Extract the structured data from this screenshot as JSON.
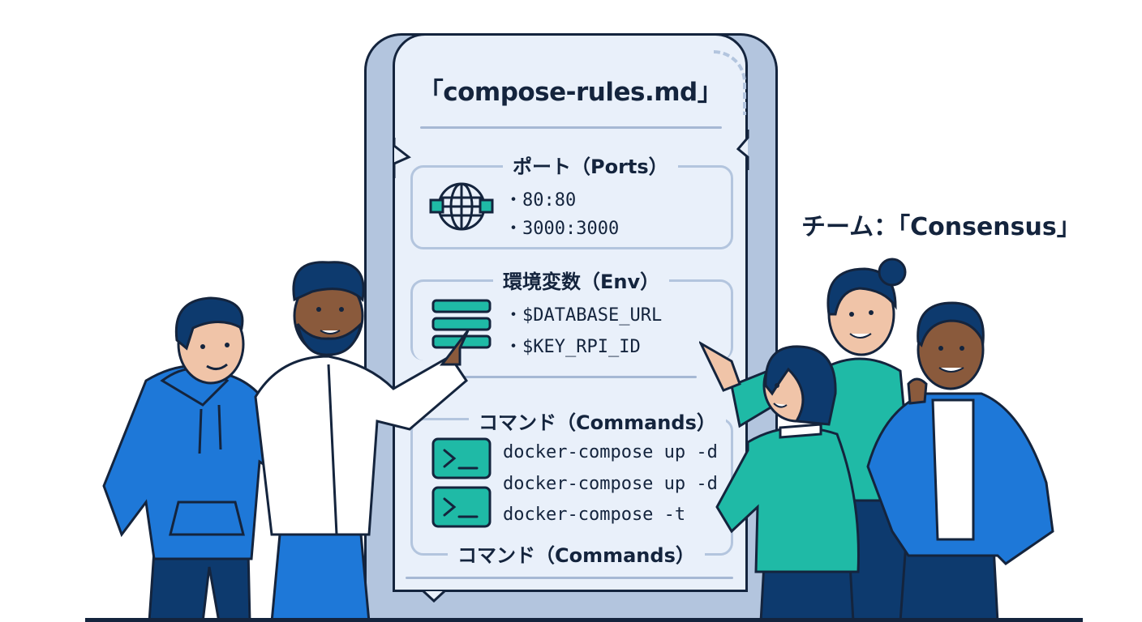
{
  "document": {
    "title": "「compose-rules.md」",
    "sections": [
      {
        "heading": "ポート（Ports）",
        "icon": "globe-network-icon",
        "items": [
          "・80:80",
          "・3000:3000"
        ]
      },
      {
        "heading": "環境変数（Env）",
        "icon": "list-bars-icon",
        "items": [
          "・$DATABASE_URL",
          "・$KEY_RPI_ID"
        ]
      },
      {
        "heading": "コマンド（Commands）",
        "icon": "terminal-icon",
        "items": [
          "docker-compose up -d",
          "docker-compose up -d",
          "docker-compose -t"
        ]
      }
    ],
    "footer_heading": "コマンド（Commands）"
  },
  "team": {
    "label": "チーム：「Consensus」"
  },
  "people": [
    {
      "name": "man-blue-hoodie",
      "pose": "pointing"
    },
    {
      "name": "man-white-shirt-beard",
      "pose": "pointing"
    },
    {
      "name": "woman-teal-shirt-bun",
      "pose": "smiling"
    },
    {
      "name": "woman-teal-sweater-short-hair",
      "pose": "pointing"
    },
    {
      "name": "man-blue-blazer",
      "pose": "thinking"
    }
  ],
  "colors": {
    "ink": "#14243d",
    "paper": "#e9f0fa",
    "frame": "#b3c5de",
    "teal": "#1fbaa6",
    "blue": "#1e78d8",
    "navy": "#0d3a6e"
  }
}
